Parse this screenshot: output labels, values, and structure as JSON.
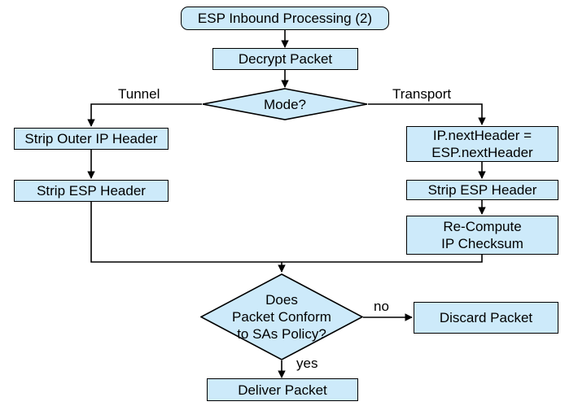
{
  "diagram": {
    "title": "ESP Inbound Processing (2)",
    "background_color": "#ffffff",
    "node_fill_color": "#cdeafa",
    "node_border_color": "#000000",
    "text_color": "#000000",
    "nodes": {
      "start": "ESP Inbound Processing (2)",
      "decrypt": "Decrypt Packet",
      "mode": "Mode?",
      "strip_outer_ip": "Strip Outer IP Header",
      "strip_esp_left": "Strip ESP Header",
      "next_header": "IP.nextHeader =\nESP.nextHeader",
      "strip_esp_right": "Strip ESP Header",
      "recompute": "Re-Compute\nIP Checksum",
      "conform": "Does\nPacket Conform\nto SAs Policy?",
      "discard": "Discard Packet",
      "deliver": "Deliver Packet"
    },
    "edge_labels": {
      "tunnel": "Tunnel",
      "transport": "Transport",
      "no": "no",
      "yes": "yes"
    }
  }
}
